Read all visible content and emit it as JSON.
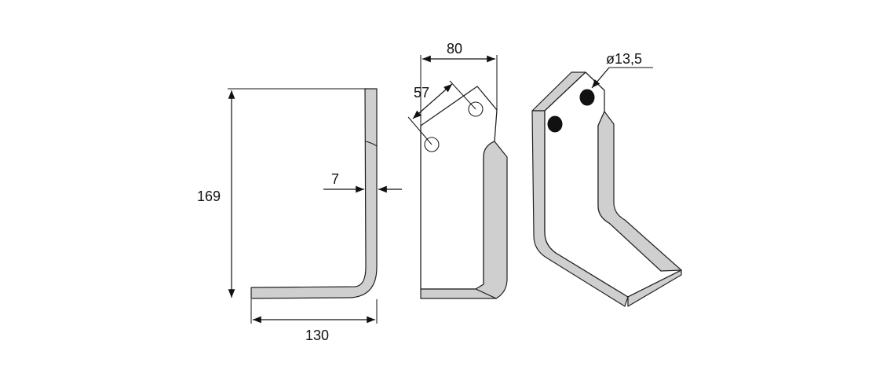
{
  "dimensions": {
    "height": "169",
    "width": "130",
    "thickness": "7",
    "top_width": "80",
    "hole_spacing": "57",
    "hole_diameter": "ø13,5"
  },
  "colors": {
    "line": "#222222",
    "blade_face": "#cfcfcf",
    "background": "#ffffff"
  }
}
